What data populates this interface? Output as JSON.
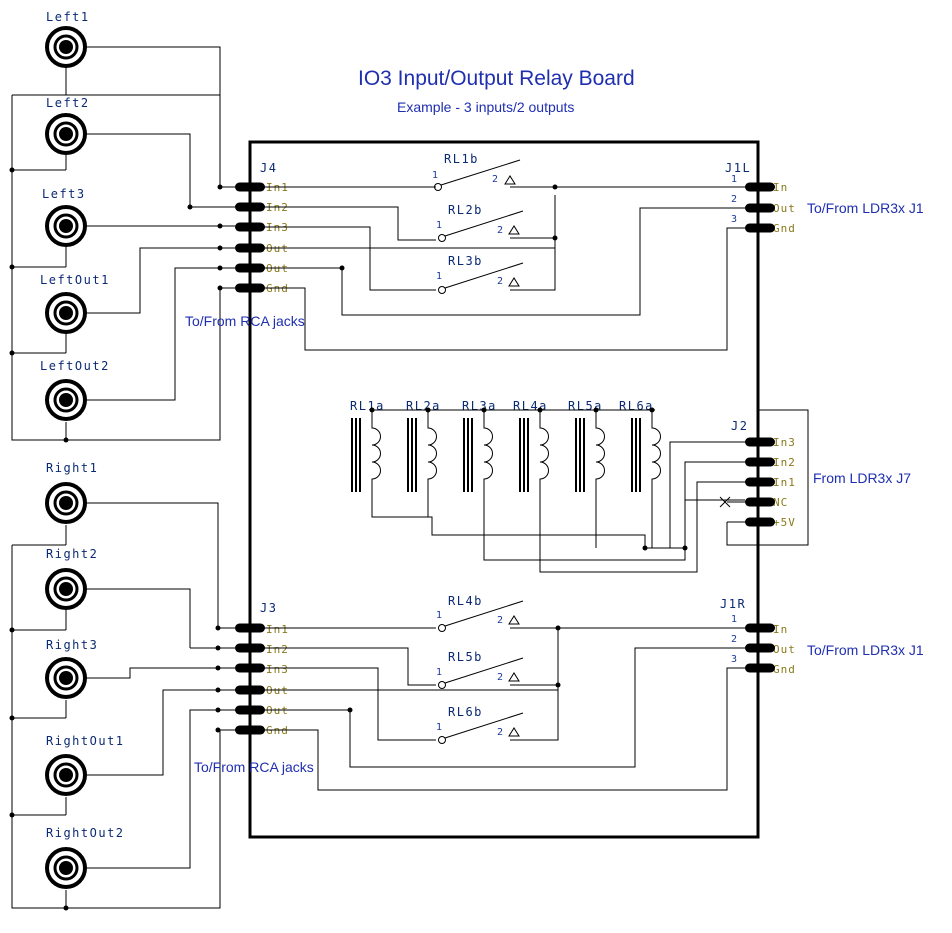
{
  "title": "IO3 Input/Output Relay Board",
  "subtitle": "Example - 3 inputs/2 outputs",
  "jacks_left": [
    "Left1",
    "Left2",
    "Left3",
    "LeftOut1",
    "LeftOut2"
  ],
  "jacks_right": [
    "Right1",
    "Right2",
    "Right3",
    "RightOut1",
    "RightOut2"
  ],
  "j4": {
    "name": "J4",
    "pins": [
      "In1",
      "In2",
      "In3",
      "Out",
      "Out",
      "Gnd"
    ]
  },
  "j3": {
    "name": "J3",
    "pins": [
      "In1",
      "In2",
      "In3",
      "Out",
      "Out",
      "Gnd"
    ]
  },
  "j1l": {
    "name": "J1L",
    "pins": [
      "In",
      "Out",
      "Gnd"
    ],
    "nums": [
      "1",
      "2",
      "3"
    ]
  },
  "j1r": {
    "name": "J1R",
    "pins": [
      "In",
      "Out",
      "Gnd"
    ],
    "nums": [
      "1",
      "2",
      "3"
    ]
  },
  "j2": {
    "name": "J2",
    "pins": [
      "In3",
      "In2",
      "In1",
      "NC",
      "+5V"
    ]
  },
  "relays_top": [
    "RL1b",
    "RL2b",
    "RL3b"
  ],
  "relays_bottom": [
    "RL4b",
    "RL5b",
    "RL6b"
  ],
  "coils": [
    "RL1a",
    "RL2a",
    "RL3a",
    "RL4a",
    "RL5a",
    "RL6a"
  ],
  "contact_nums": {
    "one": "1",
    "two": "2"
  },
  "notes": {
    "rca_top": "To/From RCA jacks",
    "rca_bottom": "To/From RCA jacks",
    "ldr_top": "To/From LDR3x J1",
    "ldr_bottom": "To/From LDR3x J1",
    "j7": "From LDR3x J7"
  }
}
